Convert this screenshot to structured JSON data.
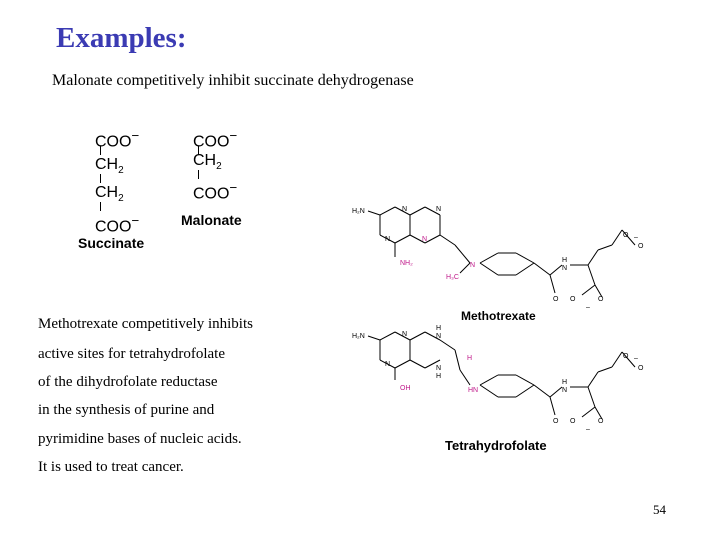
{
  "slide": {
    "title": "Examples:",
    "subtitle": "Malonate competitively inhibit succinate dehydrogenase",
    "page_number": "54"
  },
  "succinate": {
    "formula_lines": [
      "COO",
      "CH",
      "CH",
      "COO"
    ],
    "name": "Succinate"
  },
  "malonate": {
    "formula_lines": [
      "COO",
      "CH",
      "COO"
    ],
    "name": "Malonate"
  },
  "body_text": [
    "Methotrexate competitively inhibits",
    "active sites for tetrahydrofolate",
    "of the dihydrofolate reductase",
    "in the synthesis of purine and",
    "pyrimidine bases of nucleic acids.",
    "It is used to treat cancer."
  ],
  "methotrexate": {
    "name": "Methotrexate",
    "atoms": {
      "h2n": "H₂N",
      "n": "N",
      "nh2": "NH₂",
      "h3c": "H₃C",
      "h": "H",
      "o": "O",
      "minus": "–"
    }
  },
  "tetrahydrofolate": {
    "name": "Tetrahydrofolate",
    "atoms": {
      "h2n": "H₂N",
      "n": "N",
      "oh": "OH",
      "hn": "HN",
      "h": "H",
      "o": "O",
      "minus": "–"
    }
  }
}
